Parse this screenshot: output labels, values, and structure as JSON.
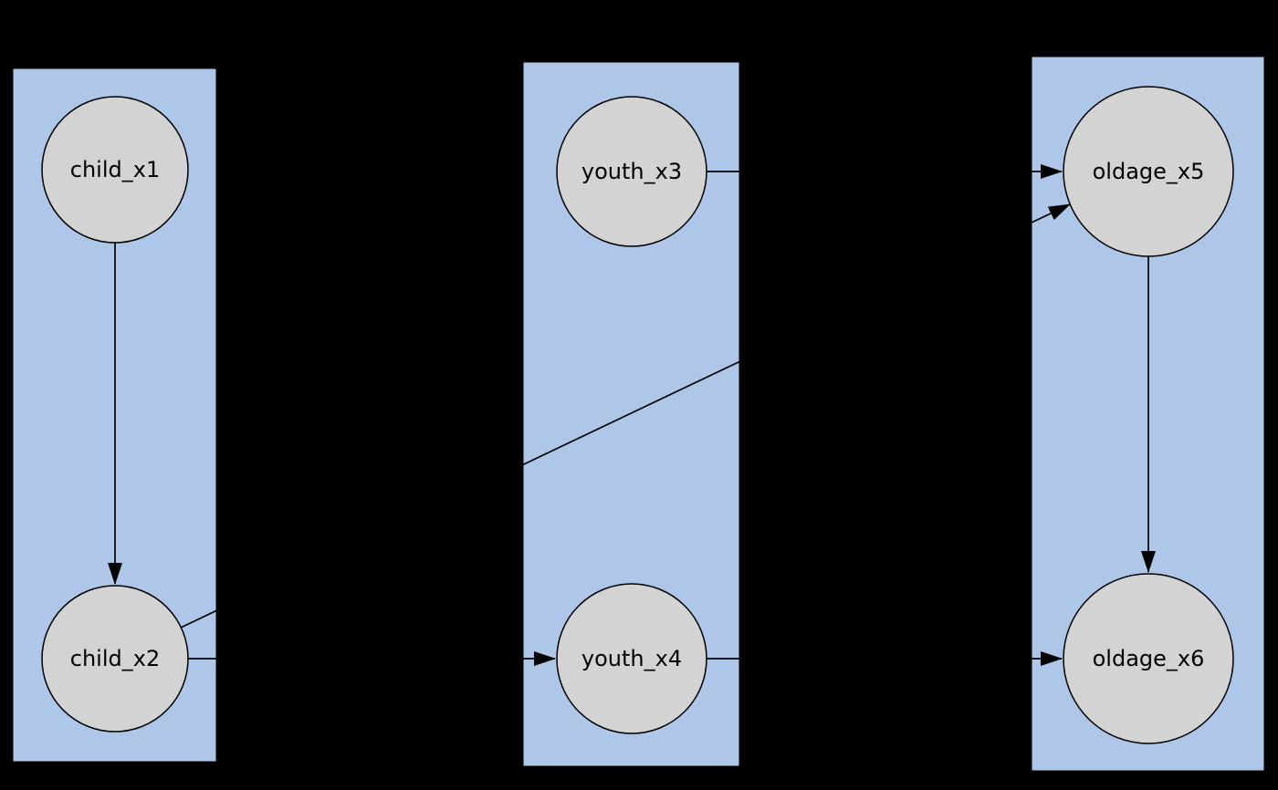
{
  "diagram": {
    "type": "directed-graph",
    "background": "#000000",
    "colors": {
      "cluster_fill": "#aec7e8",
      "cluster_stroke": "#000000",
      "node_fill": "#d3d3d3",
      "node_stroke": "#000000",
      "edge_color": "#000000",
      "label_color": "#000000"
    },
    "clusters": [
      {
        "id": "child",
        "nodes": [
          "child_x1",
          "child_x2"
        ]
      },
      {
        "id": "youth",
        "nodes": [
          "youth_x3",
          "youth_x4"
        ]
      },
      {
        "id": "oldage",
        "nodes": [
          "oldage_x5",
          "oldage_x6"
        ]
      }
    ],
    "nodes": [
      {
        "label": "child_x1"
      },
      {
        "label": "child_x2"
      },
      {
        "label": "youth_x3"
      },
      {
        "label": "youth_x4"
      },
      {
        "label": "oldage_x5"
      },
      {
        "label": "oldage_x6"
      }
    ],
    "edges": [
      {
        "from": "child_x1",
        "to": "child_x2"
      },
      {
        "from": "child_x2",
        "to": "youth_x4"
      },
      {
        "from": "child_x2",
        "to": "oldage_x5"
      },
      {
        "from": "youth_x3",
        "to": "oldage_x5"
      },
      {
        "from": "youth_x4",
        "to": "oldage_x6"
      },
      {
        "from": "oldage_x5",
        "to": "oldage_x6"
      }
    ]
  }
}
